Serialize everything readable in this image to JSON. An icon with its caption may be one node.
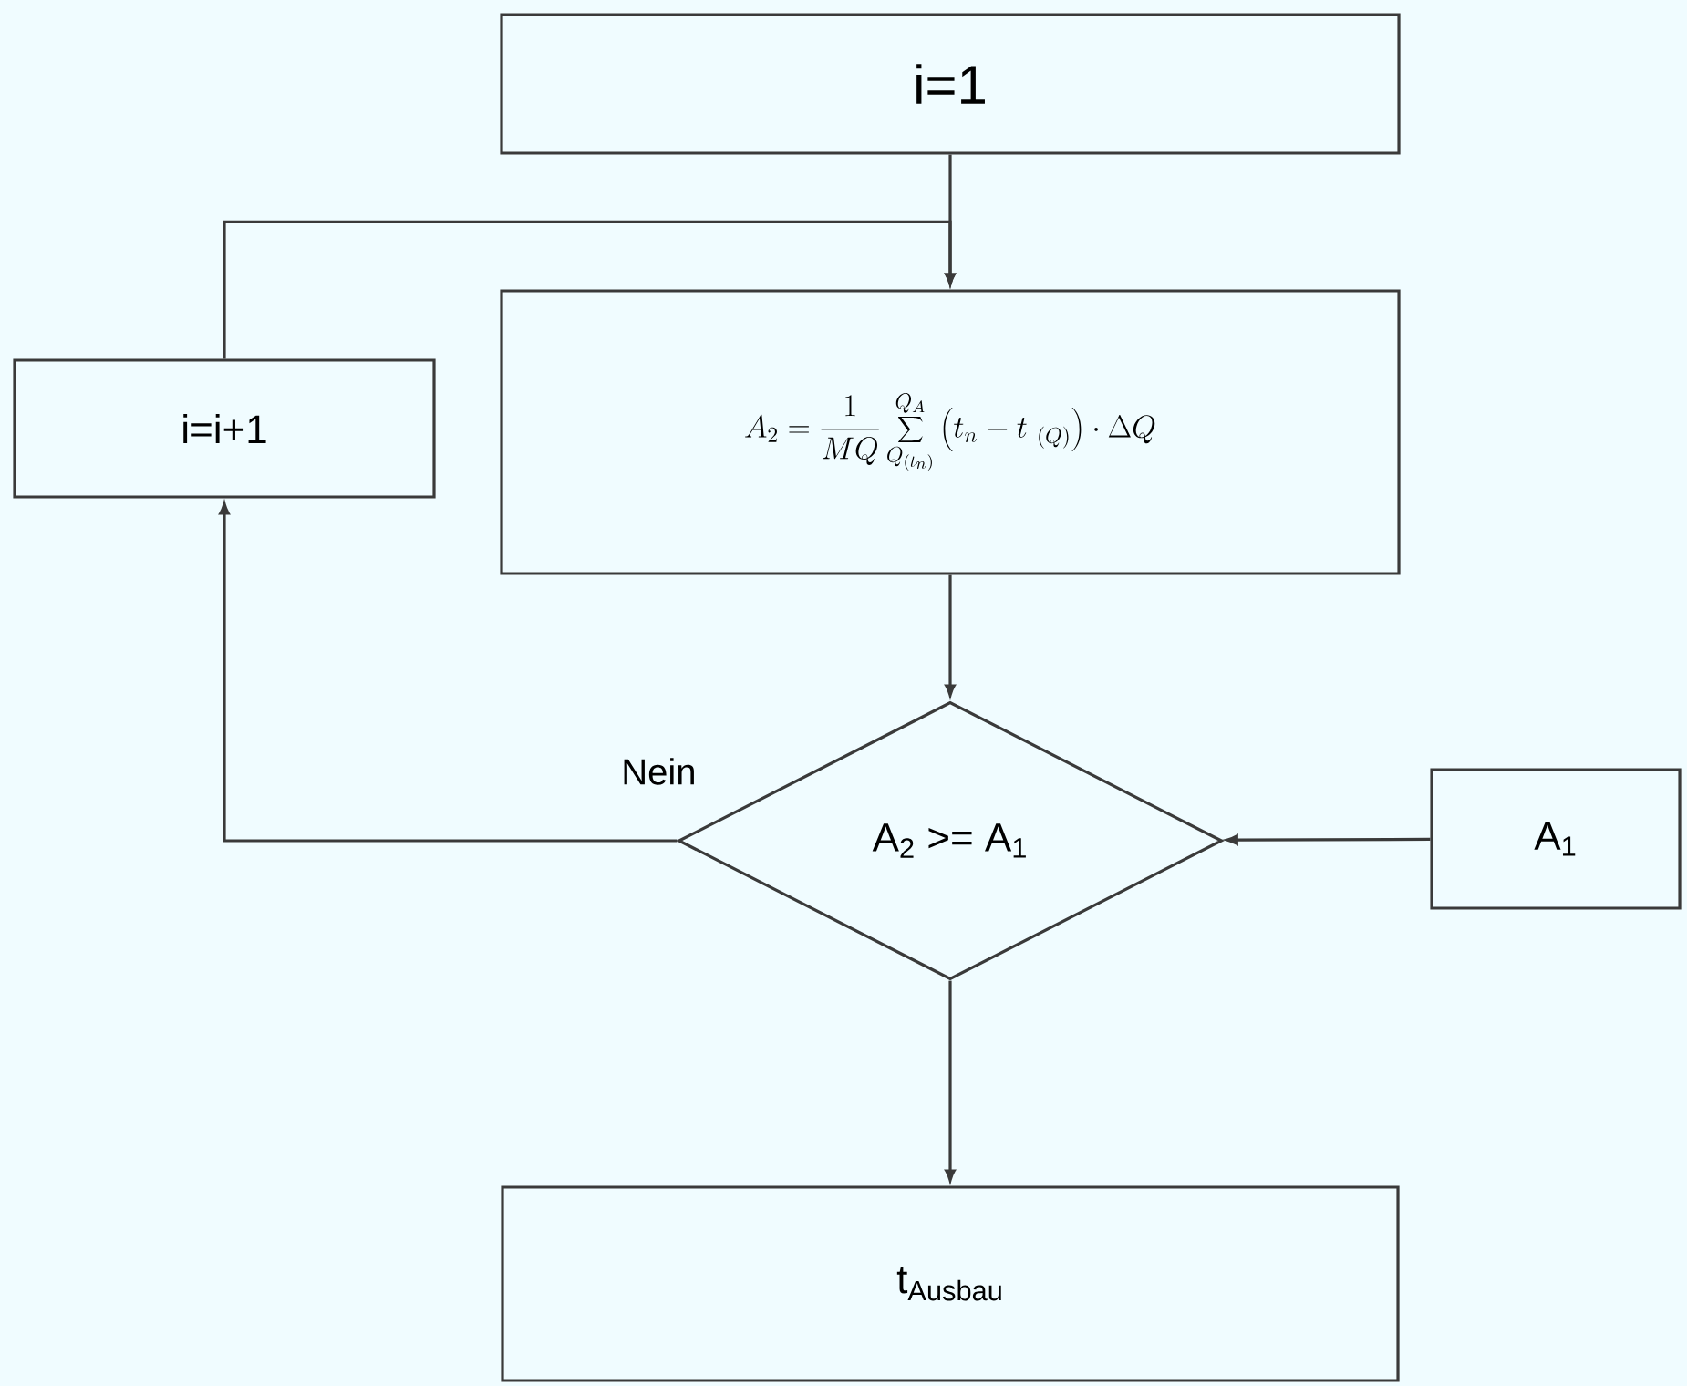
{
  "diagram": {
    "nodes": [
      {
        "text": [
          "i=1"
        ]
      },
      {
        "text": [
          "i=i+1"
        ]
      },
      {
        "text": [
          "A_2 = \\frac{1}{MQ}\\sum_{Q_{(t_n)}}^{Q_A}\\left(t_n - t_{\\ (Q)}\\right)\\cdot\\Delta Q"
        ]
      },
      {
        "text": [
          "A$_{2}$ >= A$_{1}$"
        ]
      },
      {
        "text": [
          "A$_{1}$"
        ]
      },
      {
        "text": [
          "t$_{Ausbau}$"
        ]
      }
    ],
    "edges": [
      {
        "from": 0,
        "to": 2,
        "arrow": "to"
      },
      {
        "from": 3,
        "to": 1,
        "arrow": "to",
        "label": "Nein"
      },
      {
        "from": 1,
        "to": 2,
        "arrow": "to"
      },
      {
        "from": 2,
        "to": 3,
        "arrow": "to"
      },
      {
        "from": 4,
        "to": 3,
        "arrow": "to"
      },
      {
        "from": 3,
        "to": 5,
        "arrow": "to"
      }
    ]
  }
}
